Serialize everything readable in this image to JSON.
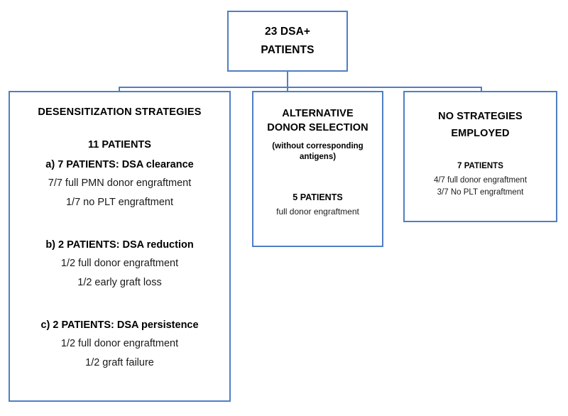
{
  "diagram": {
    "type": "flowchart",
    "accent_color": "#4f7fc4",
    "background_color": "#ffffff",
    "root": {
      "line1": "23 DSA+",
      "line2": "PATIENTS"
    },
    "branches": [
      {
        "id": "desensitization-strategies",
        "title": "DESENSITIZATION STRATEGIES",
        "count": "11 PATIENTS",
        "groups": [
          {
            "head": "a) 7 PATIENTS: DSA clearance",
            "lines": [
              "7/7 full PMN donor engraftment",
              "1/7 no PLT engraftment"
            ]
          },
          {
            "head": "b) 2 PATIENTS: DSA reduction",
            "lines": [
              "1/2 full donor engraftment",
              "1/2 early graft loss"
            ]
          },
          {
            "head": "c) 2 PATIENTS: DSA persistence",
            "lines": [
              "1/2 full donor engraftment",
              "1/2 graft failure"
            ]
          }
        ]
      },
      {
        "id": "alternative-donor-selection",
        "title_line1": "ALTERNATIVE",
        "title_line2": "DONOR SELECTION",
        "note_line1": "(without corresponding",
        "note_line2": "antigens)",
        "count": "5  PATIENTS",
        "detail": "full donor engraftment"
      },
      {
        "id": "no-strategies-employed",
        "title_line1": "NO STRATEGIES",
        "title_line2": "EMPLOYED",
        "count": "7 PATIENTS",
        "detail_line1": "4/7 full donor engraftment",
        "detail_line2": "3/7 No PLT engraftment"
      }
    ]
  }
}
